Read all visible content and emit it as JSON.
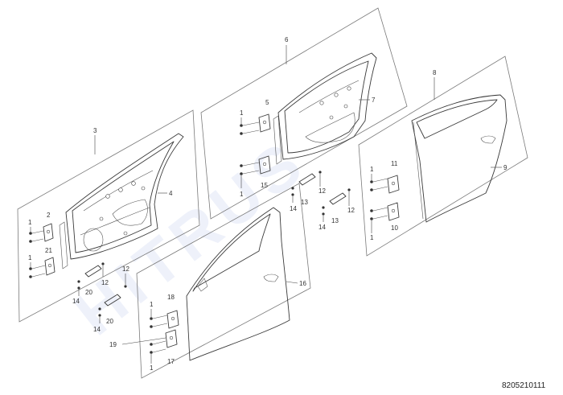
{
  "diagram": {
    "drawing_code": "8205210111",
    "watermark_text": "HITRUS",
    "callouts": {
      "c1a": "1",
      "c1b": "1",
      "c2": "2",
      "c21": "21",
      "c3": "3",
      "c4": "4",
      "c14a": "14",
      "c20a": "20",
      "c12a": "12",
      "c12b": "12",
      "c14b": "14",
      "c20b": "20",
      "c6": "6",
      "c1c": "1",
      "c5": "5",
      "c7": "7",
      "c15": "15",
      "c1d": "1",
      "c14c": "14",
      "c13a": "13",
      "c12c": "12",
      "c8": "8",
      "c9": "9",
      "c1e": "1",
      "c11": "11",
      "c10": "10",
      "c1f": "1",
      "c14d": "14",
      "c13b": "13",
      "c12d": "12",
      "c1g": "1",
      "c18": "18",
      "c19": "19",
      "c17": "17",
      "c1h": "1",
      "c16": "16"
    }
  }
}
